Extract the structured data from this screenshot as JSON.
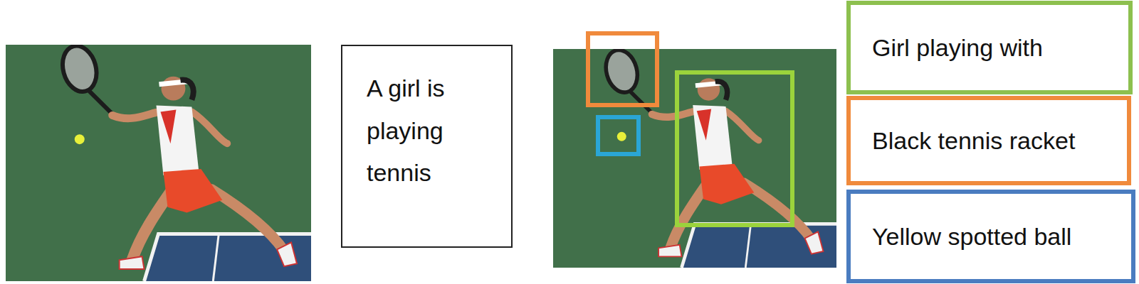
{
  "diagram": {
    "nodes": [
      {
        "text": [
          "A girl is playing tennis"
        ]
      },
      {
        "text": [
          "Girl playing with"
        ]
      },
      {
        "text": [
          "Black tennis racket"
        ]
      },
      {
        "text": [
          "Yellow spotted ball"
        ]
      }
    ]
  }
}
